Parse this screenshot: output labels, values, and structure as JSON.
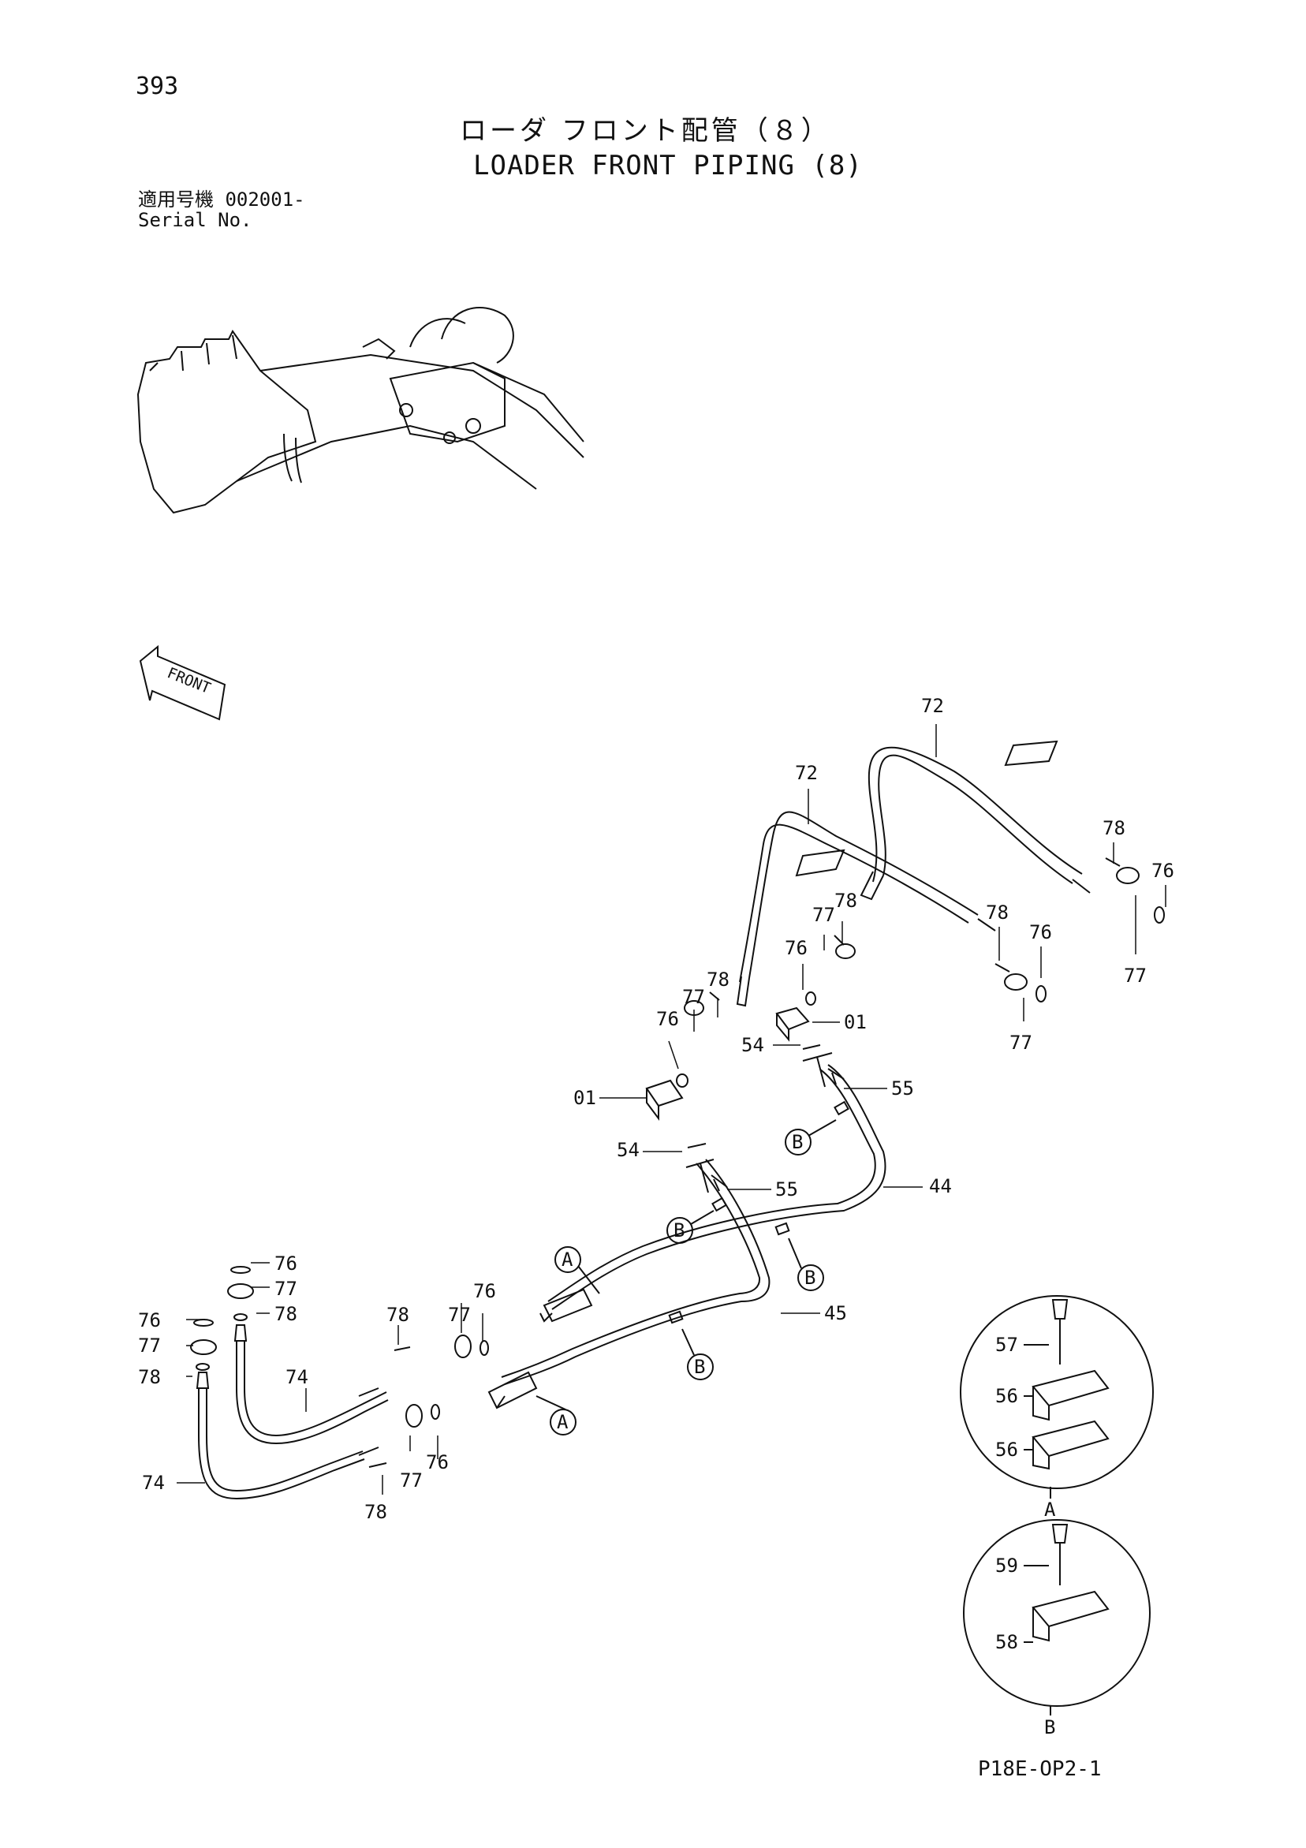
{
  "page_number": "393",
  "title_japanese": "ローダ フロント配管（８）",
  "title_english": "LOADER FRONT PIPING (8)",
  "serial": {
    "label_japanese": "適用号機",
    "value": "002001-",
    "label_english": "Serial No."
  },
  "front_arrow_label": "FRONT",
  "part_callouts": {
    "c72a": "72",
    "c72b": "72",
    "c78a": "78",
    "c76a": "76",
    "c77a": "77",
    "c78b": "78",
    "c76b": "76",
    "c77b": "77",
    "c77c": "77",
    "c78c": "78",
    "c76c": "76",
    "c01a": "01",
    "c54a": "54",
    "c55a": "55",
    "c76d": "76",
    "c77d": "77",
    "c78d": "78",
    "c01b": "01",
    "c54b": "54",
    "c55b": "55",
    "c44": "44",
    "c45": "45",
    "c76e": "76",
    "c77e": "77",
    "c78e": "78",
    "c76f": "76",
    "c77f": "77",
    "c78f": "78",
    "c74a": "74",
    "c74b": "74",
    "c78g": "78",
    "c77g": "77",
    "c76g": "76",
    "c76h": "76",
    "c77h": "77",
    "c78h": "78"
  },
  "detail_letters": {
    "a1": "A",
    "a2": "A",
    "a_detail": "A",
    "b1": "B",
    "b2": "B",
    "b3": "B",
    "b4": "B",
    "b_detail": "B"
  },
  "detail_a_parts": {
    "p57": "57",
    "p56a": "56",
    "p56b": "56"
  },
  "detail_b_parts": {
    "p59": "59",
    "p58": "58"
  },
  "footer_code": "P18E-OP2-1"
}
